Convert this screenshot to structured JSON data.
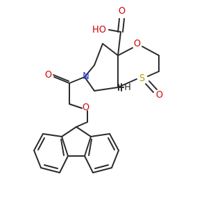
{
  "colors": {
    "carbon": "#2b2b2b",
    "oxygen": "#d40000",
    "nitrogen": "#1f3cff",
    "sulfur": "#b8a000"
  },
  "labels": {
    "hydroxyl": "HO",
    "carboxyl_oxygen": "O",
    "ring_oxygen": "O",
    "nitrogen": "N",
    "sulfur": "S",
    "sulfonyl_oxygen": "O",
    "stereo_hydrogen": "H",
    "carbamate_carbonyl_oxygen": "O",
    "carbamate_ester_oxygen": "O"
  }
}
